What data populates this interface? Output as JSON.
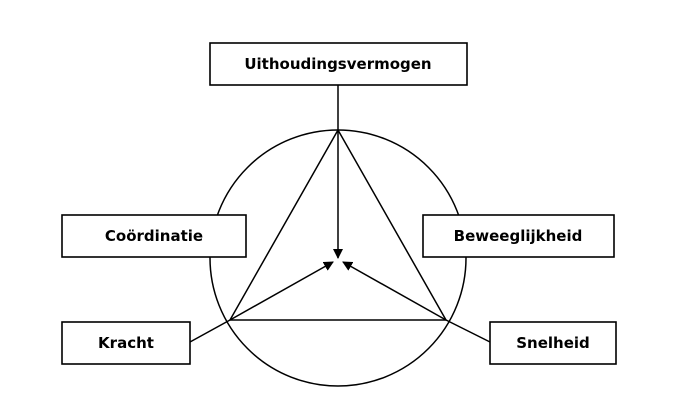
{
  "diagram": {
    "nodes": {
      "top": "Uithoudingsvermogen",
      "left": "Coördinatie",
      "right": "Beweeglijkheid",
      "bottom_left": "Kracht",
      "bottom_right": "Snelheid"
    },
    "colors": {
      "stroke": "#000000",
      "background": "#ffffff"
    }
  }
}
